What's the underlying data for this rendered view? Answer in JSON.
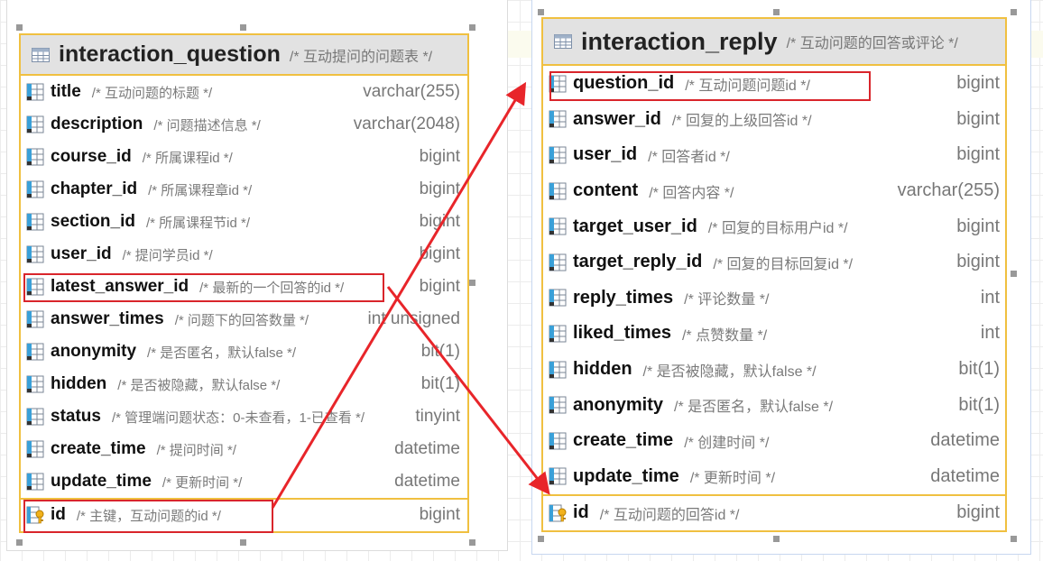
{
  "left_table": {
    "name": "interaction_question",
    "comment": "/* 互动提问的问题表 */",
    "columns": [
      {
        "name": "title",
        "comment": "/* 互动问题的标题 */",
        "type": "varchar(255)",
        "icon": "column-icon"
      },
      {
        "name": "description",
        "comment": "/* 问题描述信息 */",
        "type": "varchar(2048)",
        "icon": "column-icon"
      },
      {
        "name": "course_id",
        "comment": "/* 所属课程id */",
        "type": "bigint",
        "icon": "column-icon"
      },
      {
        "name": "chapter_id",
        "comment": "/* 所属课程章id */",
        "type": "bigint",
        "icon": "column-icon"
      },
      {
        "name": "section_id",
        "comment": "/* 所属课程节id */",
        "type": "bigint",
        "icon": "column-icon"
      },
      {
        "name": "user_id",
        "comment": "/* 提问学员id */",
        "type": "bigint",
        "icon": "column-icon"
      },
      {
        "name": "latest_answer_id",
        "comment": "/* 最新的一个回答的id */",
        "type": "bigint",
        "icon": "column-icon"
      },
      {
        "name": "answer_times",
        "comment": "/* 问题下的回答数量 */",
        "type": "int unsigned",
        "icon": "column-icon"
      },
      {
        "name": "anonymity",
        "comment": "/* 是否匿名，默认false */",
        "type": "bit(1)",
        "icon": "column-icon"
      },
      {
        "name": "hidden",
        "comment": "/* 是否被隐藏，默认false */",
        "type": "bit(1)",
        "icon": "column-icon"
      },
      {
        "name": "status",
        "comment": "/* 管理端问题状态：0-未查看，1-已查看 */",
        "type": "tinyint",
        "icon": "column-icon"
      },
      {
        "name": "create_time",
        "comment": "/* 提问时间 */",
        "type": "datetime",
        "icon": "column-icon"
      },
      {
        "name": "update_time",
        "comment": "/* 更新时间 */",
        "type": "datetime",
        "icon": "column-icon"
      }
    ],
    "pk": {
      "name": "id",
      "comment": "/* 主键，互动问题的id */",
      "type": "bigint",
      "icon": "primary-key-icon"
    }
  },
  "right_table": {
    "name": "interaction_reply",
    "comment": "/* 互动问题的回答或评论 */",
    "columns": [
      {
        "name": "question_id",
        "comment": "/* 互动问题问题id */",
        "type": "bigint",
        "icon": "column-icon"
      },
      {
        "name": "answer_id",
        "comment": "/* 回复的上级回答id */",
        "type": "bigint",
        "icon": "column-icon"
      },
      {
        "name": "user_id",
        "comment": "/* 回答者id */",
        "type": "bigint",
        "icon": "column-icon"
      },
      {
        "name": "content",
        "comment": "/* 回答内容 */",
        "type": "varchar(255)",
        "icon": "column-icon"
      },
      {
        "name": "target_user_id",
        "comment": "/* 回复的目标用户id */",
        "type": "bigint",
        "icon": "column-icon"
      },
      {
        "name": "target_reply_id",
        "comment": "/* 回复的目标回复id */",
        "type": "bigint",
        "icon": "column-icon"
      },
      {
        "name": "reply_times",
        "comment": "/* 评论数量 */",
        "type": "int",
        "icon": "column-icon"
      },
      {
        "name": "liked_times",
        "comment": "/* 点赞数量 */",
        "type": "int",
        "icon": "column-icon"
      },
      {
        "name": "hidden",
        "comment": "/* 是否被隐藏，默认false */",
        "type": "bit(1)",
        "icon": "column-icon"
      },
      {
        "name": "anonymity",
        "comment": "/* 是否匿名，默认false */",
        "type": "bit(1)",
        "icon": "column-icon"
      },
      {
        "name": "create_time",
        "comment": "/* 创建时间 */",
        "type": "datetime",
        "icon": "column-icon"
      },
      {
        "name": "update_time",
        "comment": "/* 更新时间 */",
        "type": "datetime",
        "icon": "column-icon"
      }
    ],
    "pk": {
      "name": "id",
      "comment": "/* 互动问题的回答id */",
      "type": "bigint",
      "icon": "primary-key-icon"
    }
  },
  "colors": {
    "entity_border": "#f0c040",
    "header_bg": "#e2e2e2",
    "highlight": "#d9252b",
    "arrow": "#e8252a"
  }
}
